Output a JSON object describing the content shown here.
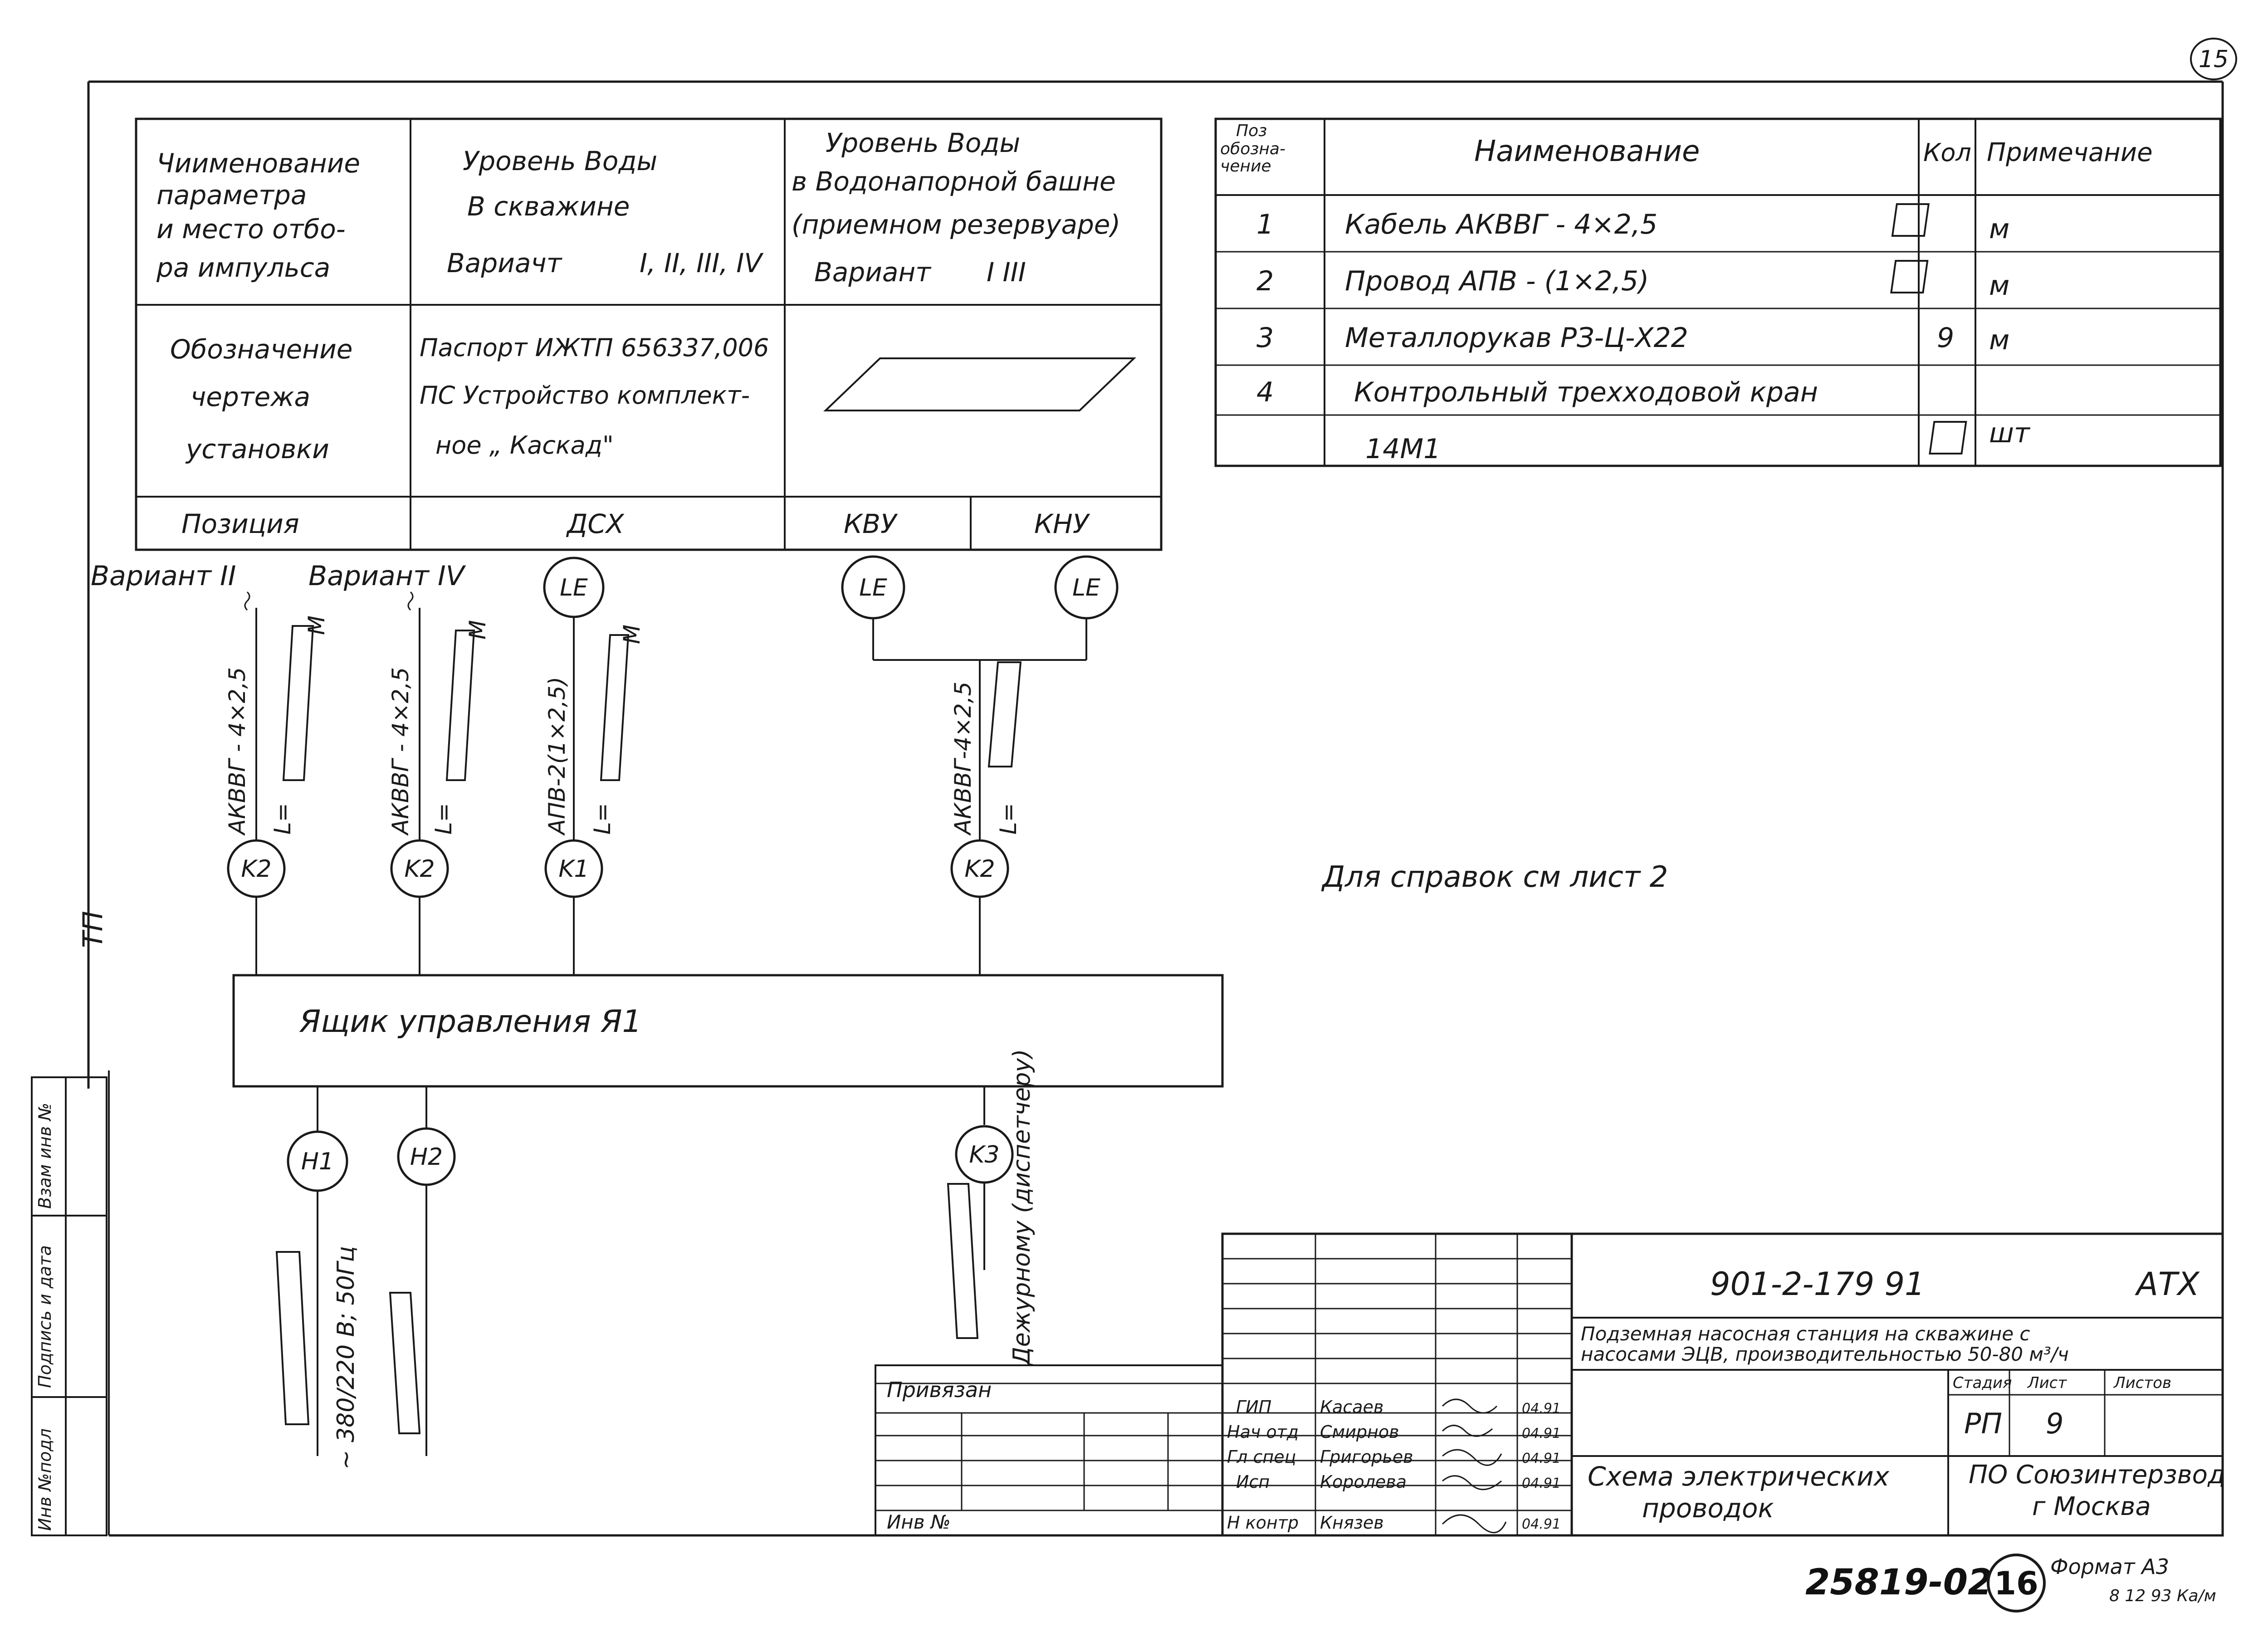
{
  "sheet_number_top": "15",
  "left_table": {
    "header_col1": [
      "Чиименование",
      "параметра",
      "и место отбо-",
      "ра импульса"
    ],
    "header_col2": [
      "Уровень Воды",
      "В скважине",
      "Вариачт",
      "I, II, III, IV"
    ],
    "header_col3": [
      "Уровень Воды",
      "в Водонапорной башне",
      "(приемном резервуаре)",
      "Вариант",
      "I   III"
    ],
    "designation_label": [
      "Обозначение",
      "чертежа",
      "установки"
    ],
    "designation_value": [
      "Паспорт ИЖТП 656337,006",
      "ПС Устройство комплект-",
      "ное „ Каскад\""
    ],
    "position_label": "Позиция",
    "positions": [
      "ДСХ",
      "КВУ",
      "КНУ"
    ]
  },
  "spec_table": {
    "headers": [
      "Поз обозна- чение",
      "Наименование",
      "Кол",
      "Примечание"
    ],
    "rows": [
      {
        "pos": "1",
        "name": "Кабель АКВВГ - 4×2,5",
        "qty": "",
        "note": "м"
      },
      {
        "pos": "2",
        "name": "Провод АПВ - (1×2,5)",
        "qty": "",
        "note": "м"
      },
      {
        "pos": "3",
        "name": "Металлорукав   РЗ-Ц-Х22",
        "qty": "9",
        "note": "м"
      },
      {
        "pos": "4",
        "name": "Контрольный трехходовой кран",
        "qty": "",
        "note": ""
      },
      {
        "pos": "",
        "name": "14М1",
        "qty": "",
        "note": "шт"
      }
    ]
  },
  "variants": [
    "Вариант II",
    "Вариант IV"
  ],
  "sensors": [
    "LE",
    "LE",
    "LE"
  ],
  "cables": [
    {
      "id": "K2",
      "label": "АКВВГ - 4×2,5",
      "len": "L=",
      "unit": "М"
    },
    {
      "id": "K2",
      "label": "АКВВГ - 4×2,5",
      "len": "L=",
      "unit": "М"
    },
    {
      "id": "K1",
      "label": "АПВ-2(1×2,5)",
      "len": "L=",
      "unit": "М"
    },
    {
      "id": "K2",
      "label": "АКВВГ-4×2,5",
      "len": "L=",
      "unit": ""
    }
  ],
  "control_box": "Ящик   управления   Я1",
  "reference_note": "Для справок см лист 2",
  "bottom_cables": [
    {
      "id": "H1",
      "label": "~ 380/220 В; 50Гц"
    },
    {
      "id": "H2",
      "label": ""
    },
    {
      "id": "K3",
      "label": "Дежурному (диспетчеру)"
    }
  ],
  "side_label": "ТП",
  "left_strip": [
    "Инв №подл",
    "Подпись и дата",
    "Взам инв №"
  ],
  "title_block": {
    "project_code": "901-2-179 91",
    "section": "АТХ",
    "project_title": [
      "Подземная насосная станция на скважине с",
      "насосами ЭЦВ, производительностью 50-80 м³/ч"
    ],
    "stage_header": [
      "Стадия",
      "Лист",
      "Листов"
    ],
    "stage": "РП",
    "sheet": "9",
    "sheets": "",
    "drawing_title": [
      "Схема электрических",
      "проводок"
    ],
    "organization": [
      "ПО Союзинтерзвод",
      "г Москва"
    ],
    "tied_label": "Привязан",
    "inv_label": "Инв №",
    "staff": [
      {
        "role": "ГИП",
        "name": "Касаев",
        "date": "04.91"
      },
      {
        "role": "Нач отд",
        "name": "Смирнов",
        "date": "04.91"
      },
      {
        "role": "Гл спец",
        "name": "Григорьев",
        "date": "04.91"
      },
      {
        "role": "Исп",
        "name": "Королева",
        "date": "04.91"
      },
      {
        "role": "Н контр",
        "name": "Князев",
        "date": "04.91"
      }
    ]
  },
  "archive_number": "25819-02",
  "page_number": "16",
  "format_label": "Формат А3",
  "stamp_date": "8 12 93 Ка/м"
}
